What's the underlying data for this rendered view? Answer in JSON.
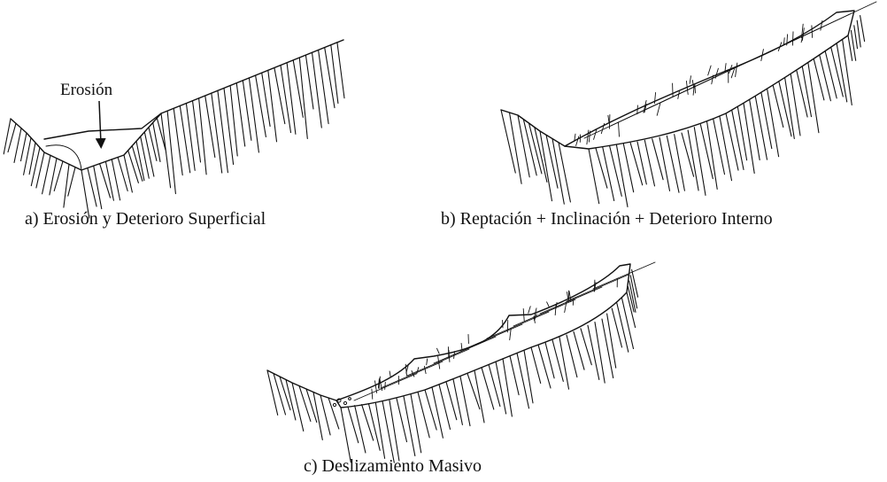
{
  "panels": [
    {
      "caption": "a) Erosión y Deterioro Superficial",
      "label": "Erosión"
    },
    {
      "caption": "b) Reptación + Inclinación + Deterioro Interno"
    },
    {
      "caption": "c) Deslizamiento Masivo"
    }
  ]
}
